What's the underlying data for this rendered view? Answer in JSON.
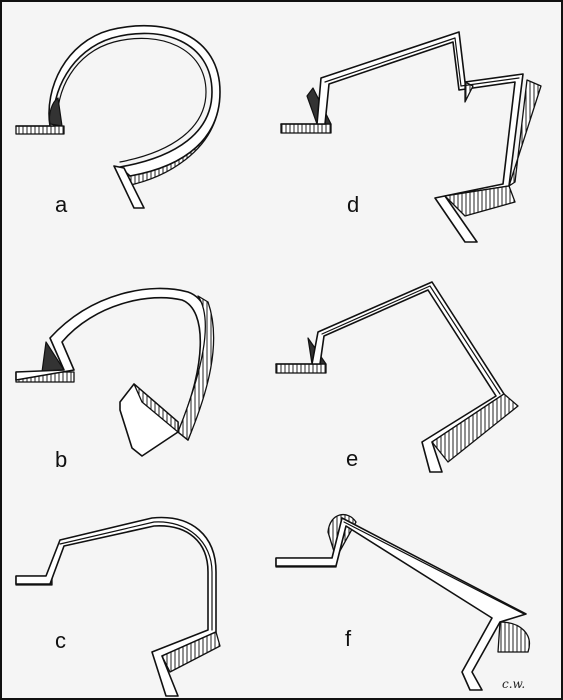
{
  "panels": [
    {
      "id": "a",
      "label": "a"
    },
    {
      "id": "b",
      "label": "b"
    },
    {
      "id": "c",
      "label": "c"
    },
    {
      "id": "d",
      "label": "d"
    },
    {
      "id": "e",
      "label": "e"
    },
    {
      "id": "f",
      "label": "f"
    }
  ],
  "signature": "c.w."
}
